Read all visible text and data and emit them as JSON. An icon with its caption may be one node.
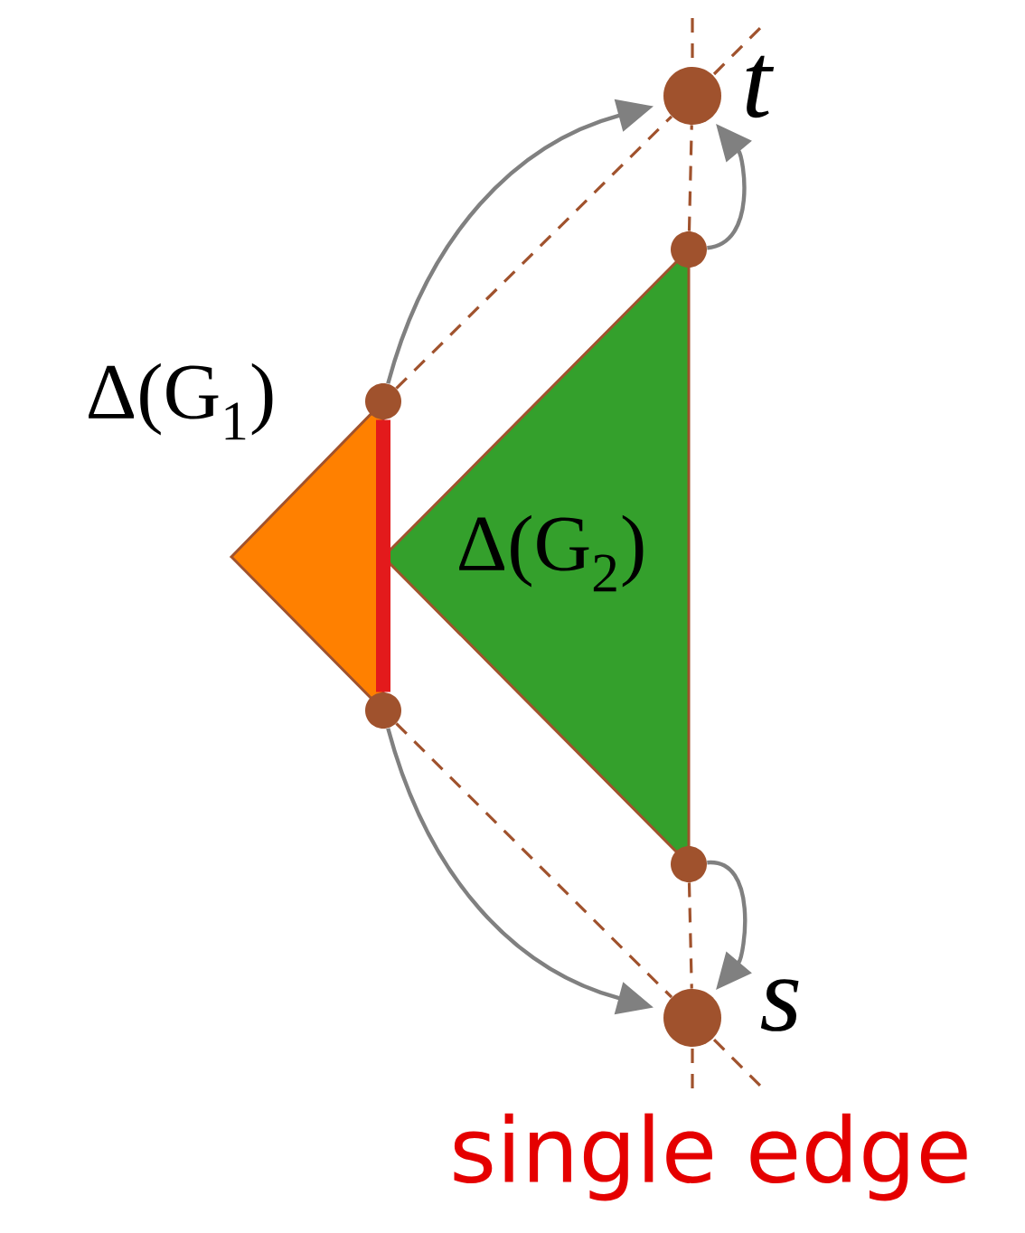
{
  "diagram": {
    "nodes": [
      {
        "text": [
          "Δ(G$_{1}$)"
        ]
      },
      {
        "text": [
          "Δ(G$_{2}$)"
        ]
      },
      {
        "text": [],
        "shape": "circle"
      },
      {
        "text": [],
        "shape": "circle"
      },
      {
        "text": [],
        "shape": "circle"
      },
      {
        "text": [],
        "shape": "circle"
      },
      {
        "text": [
          "t"
        ]
      },
      {
        "text": [
          "s"
        ]
      }
    ],
    "edges": [
      {
        "from": 2,
        "to": 3,
        "arrow": "none",
        "style": "thick",
        "color": "#e31a1c"
      },
      {
        "from": 2,
        "to": 6,
        "arrow": "none",
        "style": "dashed",
        "color": "#a0522d"
      },
      {
        "from": 4,
        "to": 6,
        "arrow": "none",
        "style": "dashed",
        "color": "#a0522d"
      },
      {
        "from": 3,
        "to": 7,
        "arrow": "none",
        "style": "dashed",
        "color": "#a0522d"
      },
      {
        "from": 5,
        "to": 7,
        "arrow": "none",
        "style": "dashed",
        "color": "#a0522d"
      },
      {
        "from": 2,
        "to": 6,
        "arrow": "to"
      },
      {
        "from": 4,
        "to": 6,
        "arrow": "to"
      },
      {
        "from": 3,
        "to": 7,
        "arrow": "to"
      },
      {
        "from": 5,
        "to": 7,
        "arrow": "to"
      }
    ],
    "labels": [
      "single edge"
    ]
  }
}
